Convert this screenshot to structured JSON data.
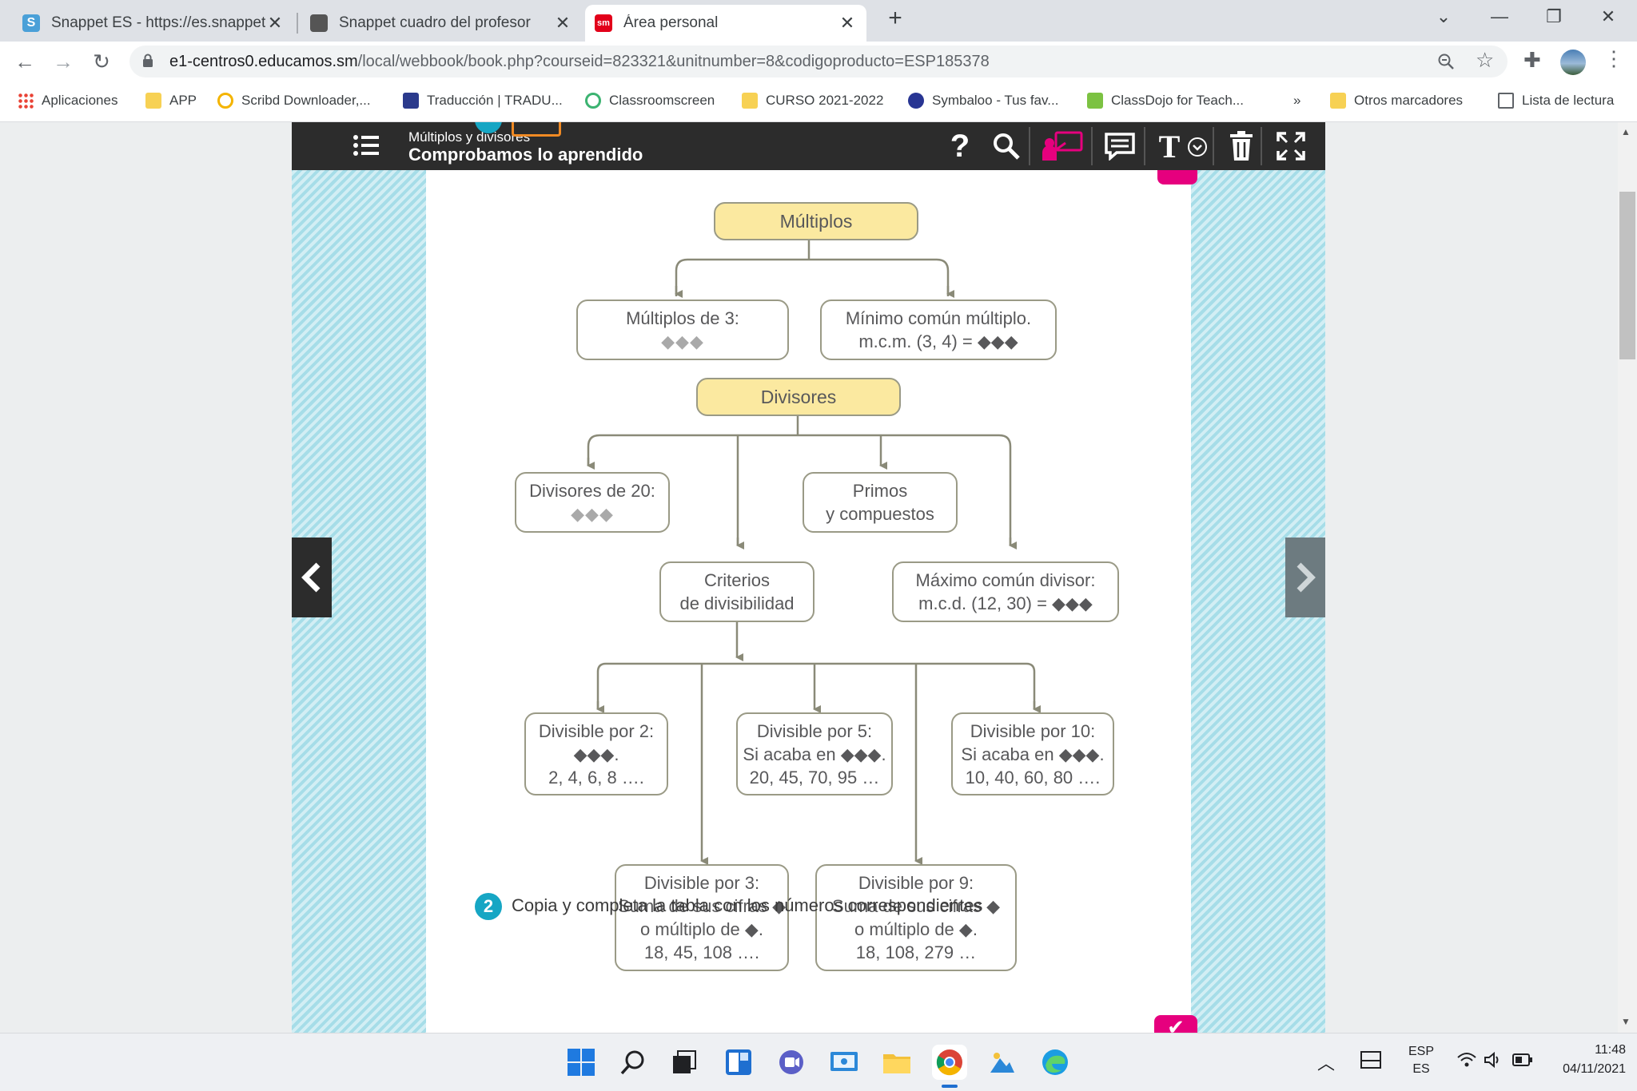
{
  "browser": {
    "tabs": [
      {
        "title": "Snappet ES - https://es.snappet.c",
        "close": "✕",
        "fav_letter": "S",
        "fav_color": "#4aa0d8"
      },
      {
        "title": "Snappet cuadro del profesor",
        "close": "✕",
        "fav_letter": "",
        "fav_color": "#555555"
      },
      {
        "title": "Área personal",
        "close": "✕",
        "fav_letter": "sm",
        "fav_color": "#e2001a"
      }
    ],
    "new_tab": "+",
    "url_host": "e1-centros0.educamos.sm",
    "url_path": "/local/webbook/book.php?courseid=823321&unitnumber=8&codigoproducto=ESP185378",
    "bookmarks": [
      {
        "label": "Aplicaciones"
      },
      {
        "label": "APP"
      },
      {
        "label": "Scribd Downloader,..."
      },
      {
        "label": "Traducción | TRADU..."
      },
      {
        "label": "Classroomscreen"
      },
      {
        "label": "CURSO 2021-2022"
      },
      {
        "label": "Symbaloo - Tus fav..."
      },
      {
        "label": "ClassDojo for Teach..."
      }
    ],
    "bookmarks_overflow": "»",
    "other_bookmarks": "Otros marcadores",
    "reading_list": "Lista de lectura"
  },
  "app": {
    "unit_title": "Múltiplos y divisores",
    "section_title": "Comprobamos lo aprendido",
    "help": "?",
    "text_tool": "T"
  },
  "diagram": {
    "multiplos": "Múltiplos",
    "multiplos_3": {
      "l1": "Múltiplos de 3:",
      "l2": "◆◆◆"
    },
    "mcm": {
      "l1": "Mínimo común múltiplo.",
      "l2": "m.c.m. (3, 4) = ◆◆◆"
    },
    "divisores": "Divisores",
    "divisores_20": {
      "l1": "Divisores de 20:",
      "l2": "◆◆◆"
    },
    "primos": {
      "l1": "Primos",
      "l2": "y compuestos"
    },
    "criterios": {
      "l1": "Criterios",
      "l2": "de divisibilidad"
    },
    "mcd": {
      "l1": "Máximo común divisor:",
      "l2": "m.c.d. (12, 30) = ◆◆◆"
    },
    "div2": {
      "l1": "Divisible por 2:",
      "l2": "◆◆◆.",
      "l3": "2, 4, 6, 8 …."
    },
    "div5": {
      "l1": "Divisible por 5:",
      "l2": "Si acaba en ◆◆◆.",
      "l3": "20, 45, 70, 95 …"
    },
    "div10": {
      "l1": "Divisible por 10:",
      "l2": "Si acaba en ◆◆◆.",
      "l3": "10, 40, 60, 80 …."
    },
    "div3": {
      "l1": "Divisible por 3:",
      "l2": "Suma de sus cifras ◆",
      "l3": "o múltiplo de ◆.",
      "l4": "18, 45, 108 …."
    },
    "div9": {
      "l1": "Divisible por 9:",
      "l2": "Suma de sus cifras ◆",
      "l3": "o múltiplo de ◆.",
      "l4": "18, 108, 279 …"
    }
  },
  "next_exercise": {
    "number": "2",
    "text": "Copia y completa la tabla con los números correspondientes"
  },
  "taskbar": {
    "lang1": "ESP",
    "lang2": "ES",
    "time": "11:48",
    "date": "04/11/2021"
  }
}
